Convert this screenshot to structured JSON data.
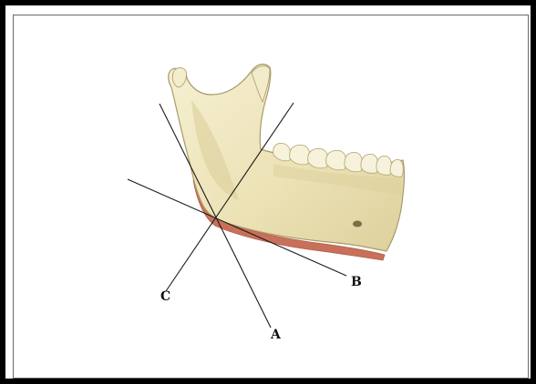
{
  "figure": {
    "labels": {
      "a": "A",
      "b": "B",
      "c": "C"
    },
    "colors": {
      "frame": "#000000",
      "bone": "#efe6bd",
      "bone_shade": "#d6c894",
      "bone_outline": "#a89a68",
      "teeth": "#f7f2dc",
      "highlight_border": "#c9705a",
      "lines": "#1a1a1a"
    },
    "subject": "mandible-lateral-view"
  }
}
